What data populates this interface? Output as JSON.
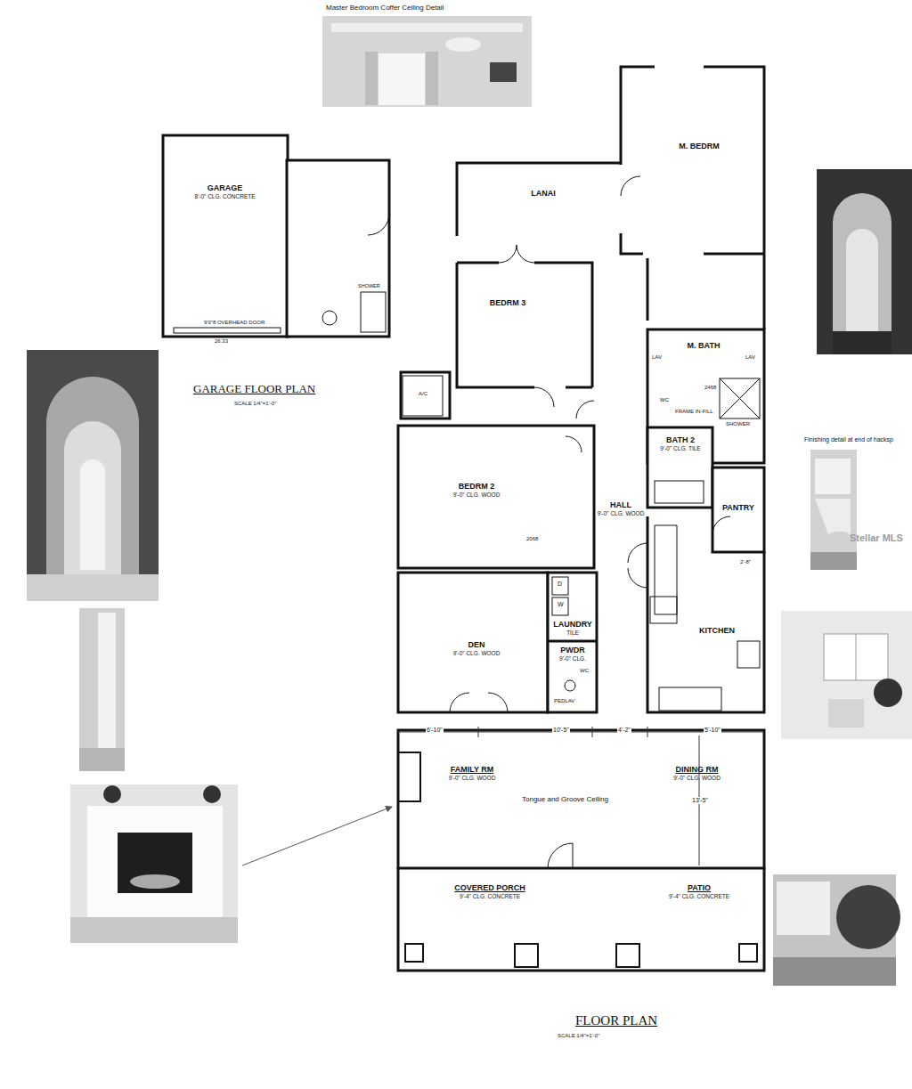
{
  "diagram": {
    "title": "FLOOR PLAN",
    "nodes": [
      {
        "text": [
          "GARAGE",
          "8'-0\" CLG. CONCRETE"
        ]
      },
      {
        "text": [
          "M. BEDRM"
        ]
      },
      {
        "text": [
          "LANAI"
        ]
      },
      {
        "text": [
          "BEDRM 3"
        ]
      },
      {
        "text": [
          "M. BATH"
        ]
      },
      {
        "text": [
          "BATH 2",
          "9'-0\" CLG. TILE"
        ]
      },
      {
        "text": [
          "BEDRM 2",
          "9'-0\" CLG. WOOD"
        ]
      },
      {
        "text": [
          "HALL",
          "9'-0\" CLG. WOOD"
        ]
      },
      {
        "text": [
          "PANTRY"
        ]
      },
      {
        "text": [
          "LAUNDRY",
          "TILE"
        ]
      },
      {
        "text": [
          "KITCHEN"
        ]
      },
      {
        "text": [
          "DEN",
          "9'-0\" CLG. WOOD"
        ]
      },
      {
        "text": [
          "PWDR",
          "9'-0\" CLG."
        ]
      },
      {
        "text": [
          "FAMILY RM",
          "9'-0\" CLG. WOOD"
        ]
      },
      {
        "text": [
          "DINING RM",
          "9'-0\" CLG. WOOD"
        ]
      },
      {
        "text": [
          "COVERED PORCH",
          "9'-4\" CLG. CONCRETE"
        ]
      },
      {
        "text": [
          "PATIO",
          "9'-4\" CLG. CONCRETE"
        ]
      }
    ],
    "labels": [
      "Master Bedroom Coffer Ceiling Detail",
      "9'0\"8 OVERHEAD DOOR",
      "26.33",
      "SHOWER",
      "GARAGE FLOOR PLAN",
      "SCALE 1/4\"=1'-0\"",
      "A/C",
      "LAV",
      "LAV",
      "WC",
      "2468",
      "FRAME IN-FILL",
      "SHOWER",
      "2068",
      "2'-8\"",
      "D",
      "W",
      "WC",
      "PEDLAV",
      "6'-10\"",
      "10'-5\"",
      "4'-2\"",
      "5'-10\"",
      "13'-5\"",
      "Tongue and Groove Ceiling",
      "SCALE 1/4\"=1'-0\"",
      "Finishing detail at end of hacksp",
      "Stellar MLS"
    ]
  }
}
